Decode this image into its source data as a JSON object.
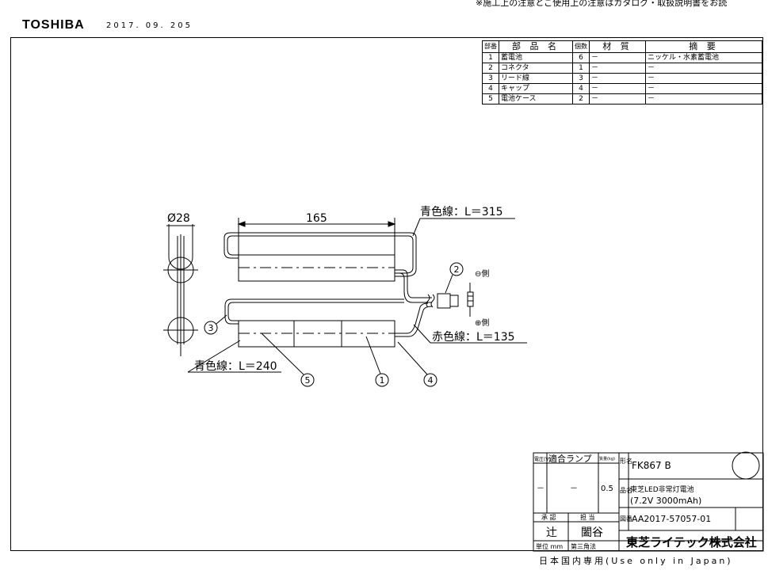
{
  "header": {
    "brand": "TOSHIBA",
    "date": "2017. 09. 205",
    "notice": "※施工上の注意とご使用上の注意はカタログ・取扱説明書をお読"
  },
  "parts_table": {
    "headers": [
      "部番",
      "部 品 名",
      "個数",
      "材 質",
      "摘 要"
    ],
    "rows": [
      [
        "1",
        "蓄電池",
        "6",
        "－",
        "ニッケル・水素蓄電池"
      ],
      [
        "2",
        "コネクタ",
        "1",
        "－",
        "－"
      ],
      [
        "3",
        "リード線",
        "3",
        "－",
        "－"
      ],
      [
        "4",
        "キャップ",
        "4",
        "－",
        "－"
      ],
      [
        "5",
        "電池ケース",
        "2",
        "－",
        "－"
      ]
    ]
  },
  "drawing": {
    "dia": "Ø28",
    "length": "165",
    "blue_top": "青色線：L＝315",
    "red": "赤色線：L＝135",
    "blue_bottom": "青色線：L＝240",
    "minus": "⊖側",
    "plus": "⊕側",
    "balloons": [
      "1",
      "2",
      "3",
      "4",
      "5"
    ]
  },
  "title_block": {
    "voltage_h": "電圧(V)",
    "lamp_h": "適合ランプ",
    "mass_h": "質量(kg)",
    "voltage": "－",
    "lamp": "－",
    "mass": "0.5",
    "model_label": "形名",
    "model": "FK867 B",
    "product_label": "品名",
    "product_1": "東芝LED非常灯電池",
    "product_2": "(7.2V 3000mAh)",
    "drawing_label": "図番",
    "drawing_no": "AA2017-57057-01",
    "approve_h": "承 認",
    "charge_h": "担 当",
    "approver": "辻",
    "person": "闔谷",
    "unit": "単位 mm",
    "projection": "第三角法",
    "company": "東芝ライテック株式会社"
  },
  "footer": "日本国内専用(Use only in Japan)"
}
